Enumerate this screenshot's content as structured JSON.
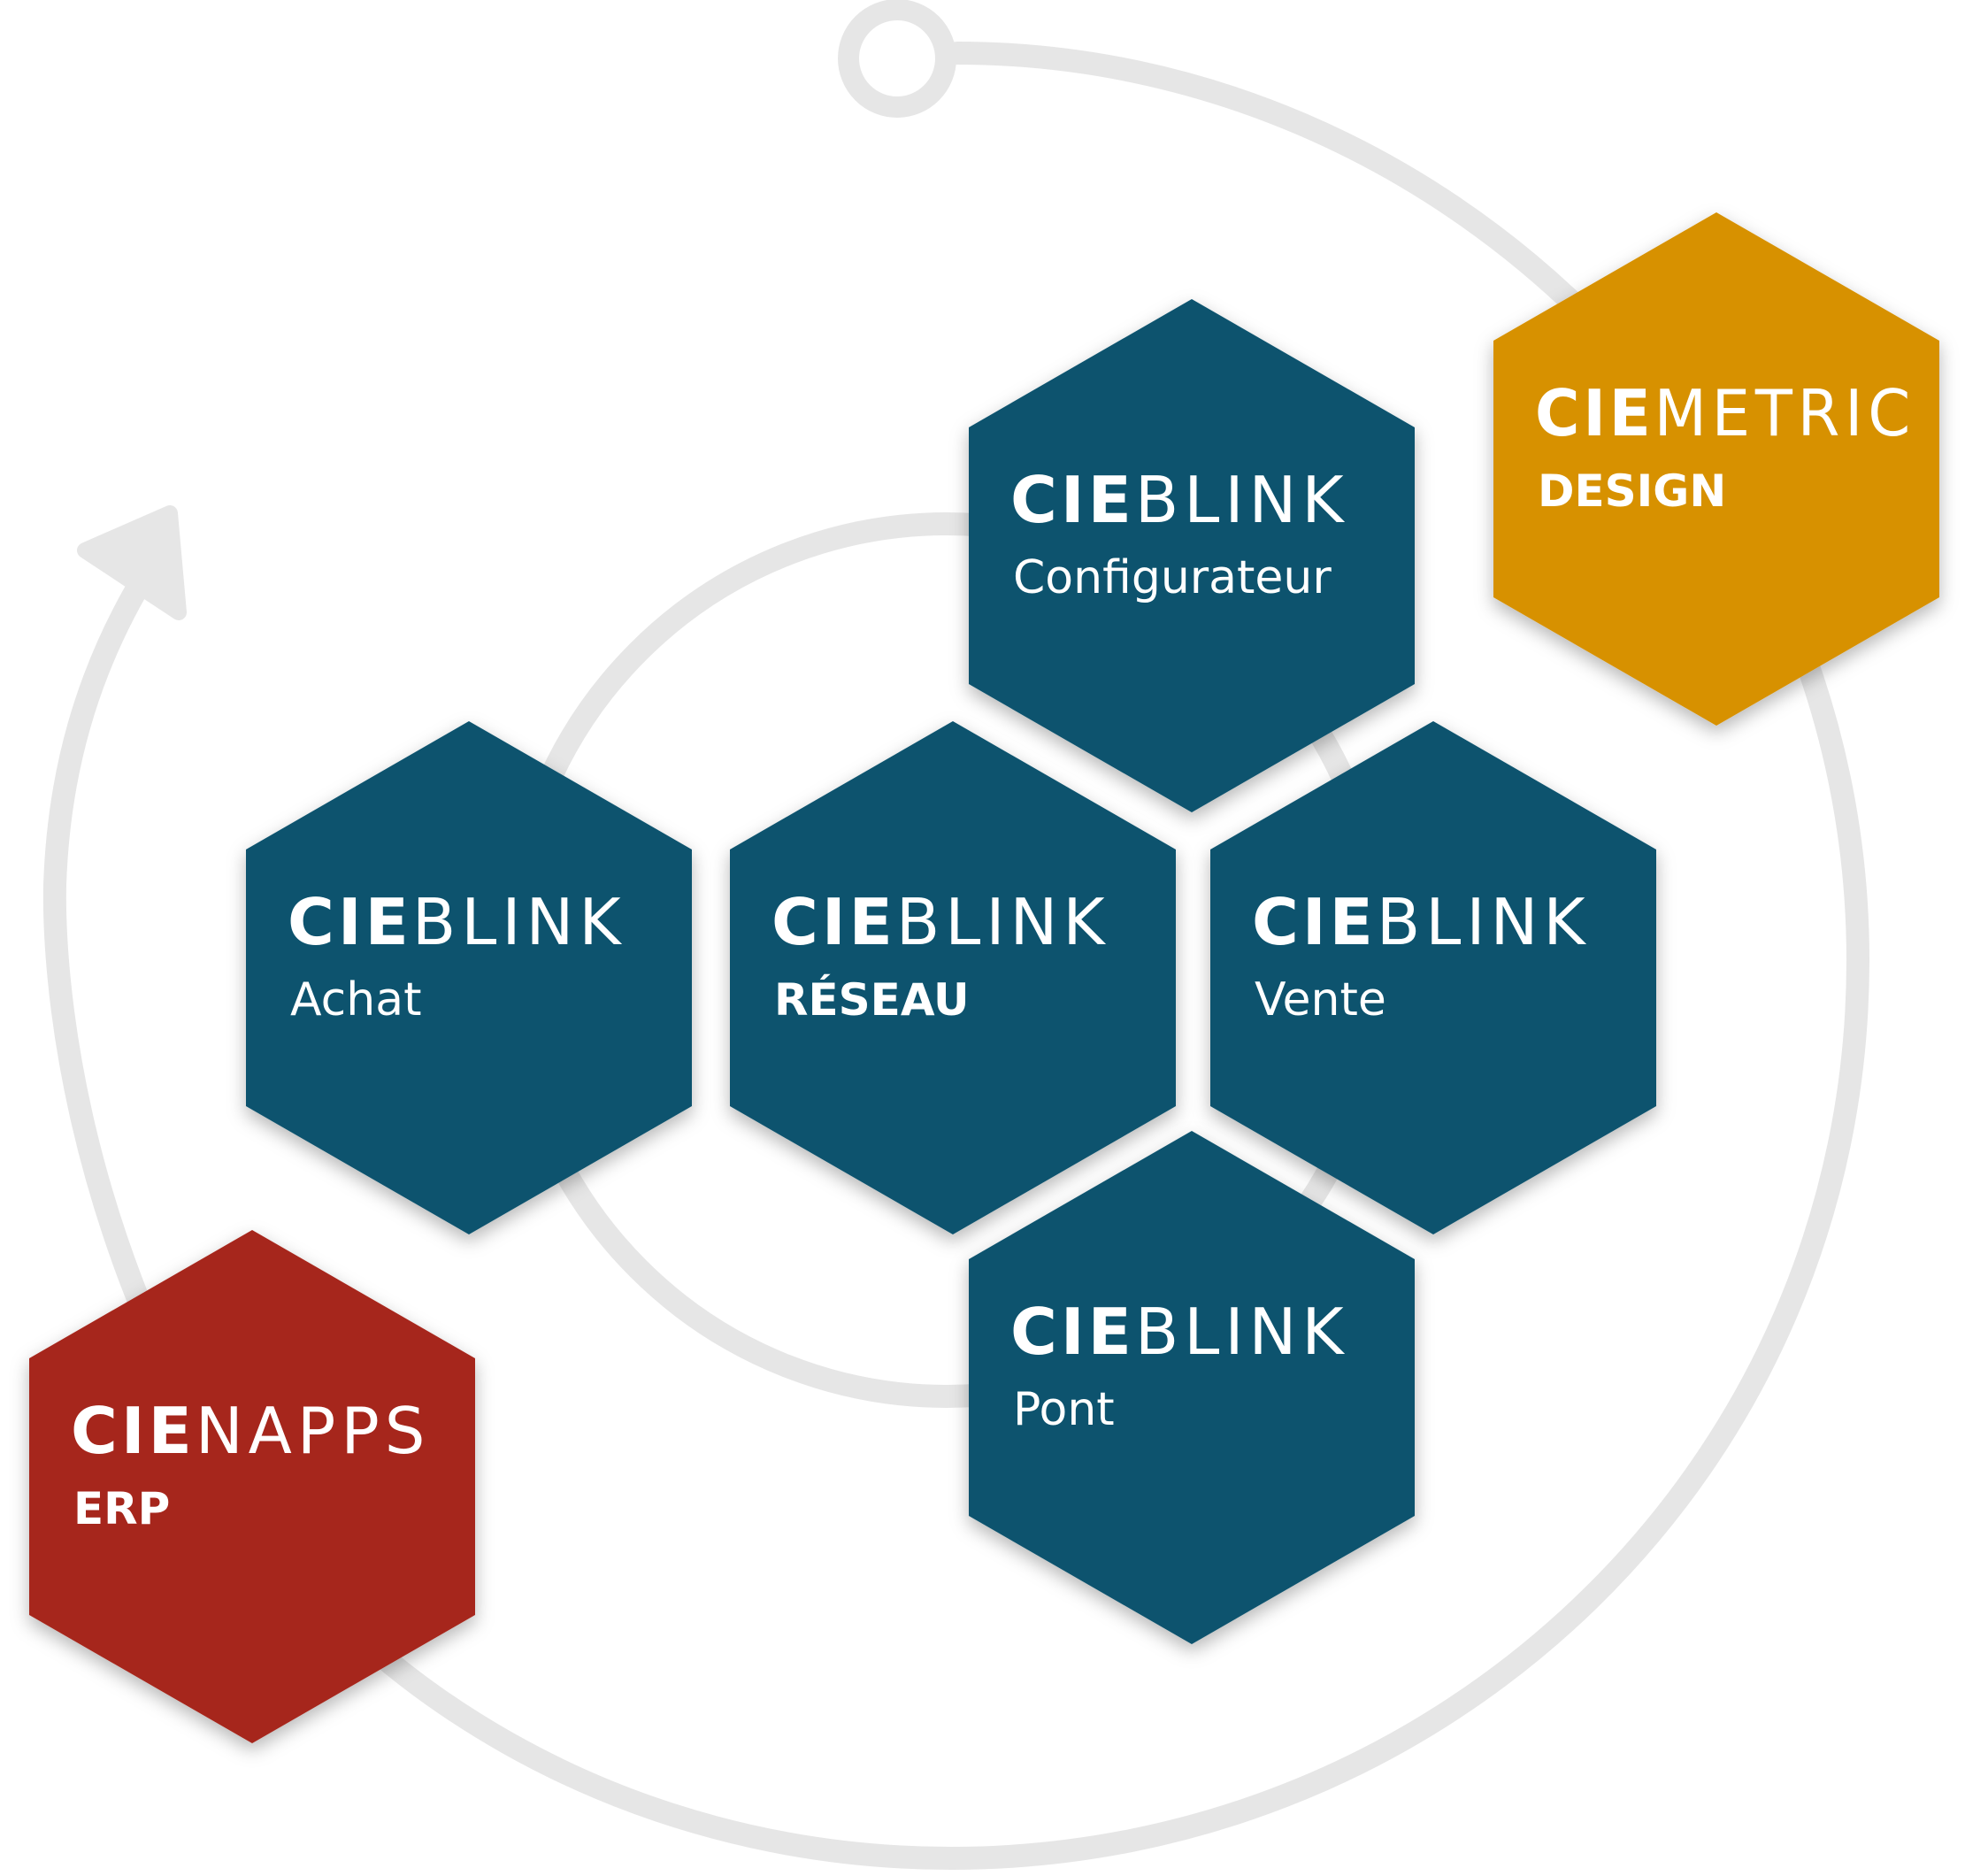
{
  "colors": {
    "track": "#e6e6e6",
    "blink_blue": "#09536e",
    "metric_gold": "#d79104",
    "napps_red": "#a6251a",
    "text": "#ffffff"
  },
  "modules": [
    {
      "id": "configurateur",
      "prefix": "CIE",
      "name": "BLINK",
      "subtitle": "Configurateur",
      "subtitle_bold": false,
      "color": "#09536e"
    },
    {
      "id": "metric",
      "prefix": "CIE",
      "name": "METRIC",
      "subtitle": "DESIGN",
      "subtitle_bold": true,
      "color": "#d79104"
    },
    {
      "id": "achat",
      "prefix": "CIE",
      "name": "BLINK",
      "subtitle": "Achat",
      "subtitle_bold": false,
      "color": "#09536e"
    },
    {
      "id": "reseau",
      "prefix": "CIE",
      "name": "BLINK",
      "subtitle": "RÉSEAU",
      "subtitle_bold": true,
      "color": "#09536e"
    },
    {
      "id": "vente",
      "prefix": "CIE",
      "name": "BLINK",
      "subtitle": "Vente",
      "subtitle_bold": false,
      "color": "#09536e"
    },
    {
      "id": "pont",
      "prefix": "CIE",
      "name": "BLINK",
      "subtitle": "Pont",
      "subtitle_bold": false,
      "color": "#09536e"
    },
    {
      "id": "napps",
      "prefix": "CIE",
      "name": "NAPPS",
      "subtitle": "ERP",
      "subtitle_bold": true,
      "color": "#a6251a"
    }
  ]
}
